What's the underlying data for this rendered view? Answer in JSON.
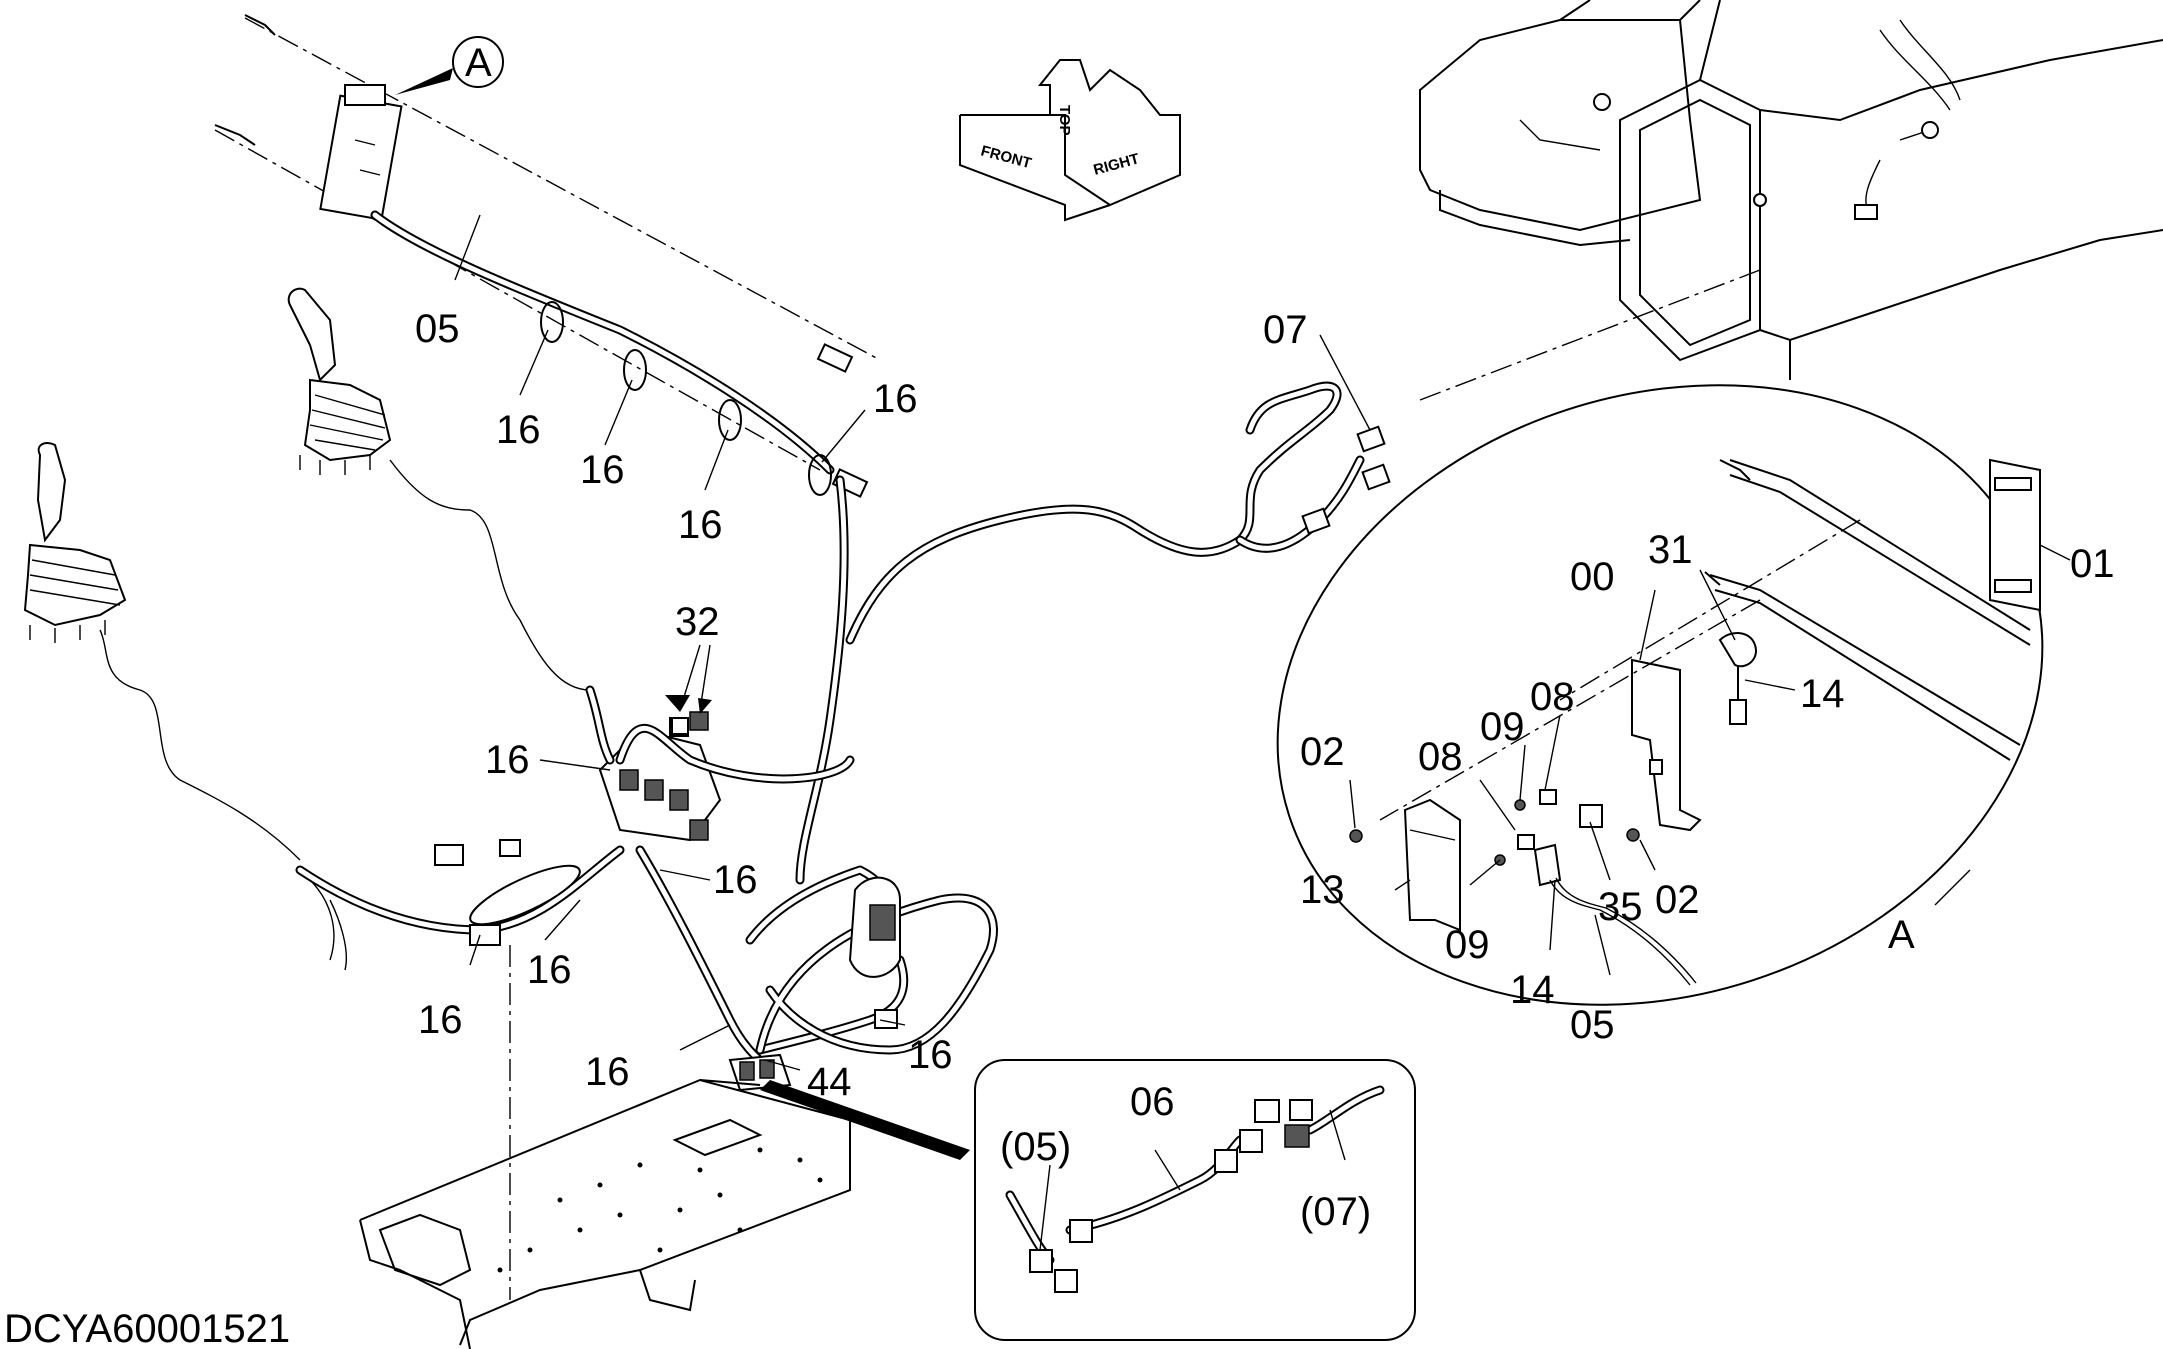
{
  "document_id": "DCYA60001521",
  "orientation_arrow": {
    "top_label": "TOP",
    "front_label": "FRONT",
    "right_label": "RIGHT"
  },
  "callouts": {
    "view_marker": "A",
    "detail_view_label": "A",
    "harness_05": "05",
    "clip_16": "16",
    "relay_32": "32",
    "harness_07": "07",
    "connector_44": "44",
    "bracket_00": "00",
    "mounting_01": "01",
    "screw_02": "02",
    "nut_08": "08",
    "washer_09": "09",
    "cover_13": "13",
    "clamp_14": "14",
    "part_31": "31",
    "part_35": "35",
    "harness_06": "06",
    "ref_05": "(05)",
    "ref_07": "(07)"
  }
}
